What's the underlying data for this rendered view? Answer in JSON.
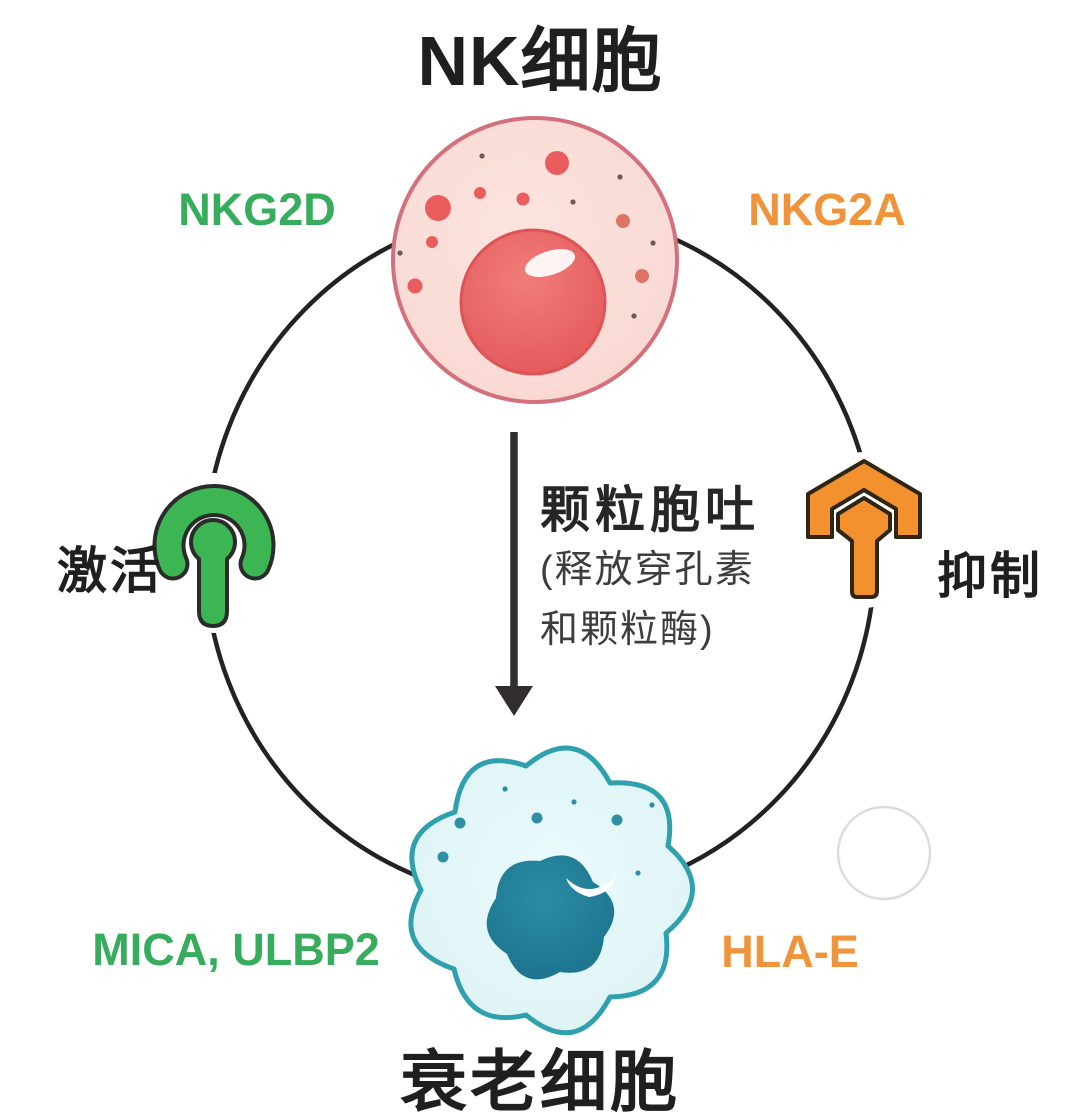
{
  "diagram_title": "NK cell vs senescent cell receptor diagram",
  "labels": {
    "top_cell": "NK细胞",
    "bottom_cell": "衰老细胞",
    "left_ligand": "NKG2D",
    "right_ligand": "NKG2A",
    "left_pathway": "激活",
    "right_pathway": "抑制",
    "arrow_title": "颗粒胞吐",
    "arrow_sub_line1": "(释放穿孔素",
    "arrow_sub_line2": "和颗粒酶)",
    "bottom_left_ligands": "MICA, ULBP2",
    "bottom_right_ligand": "HLA-E"
  },
  "icons": {
    "left_receptor": "activating-receptor-icon",
    "right_receptor": "inhibitory-receptor-icon",
    "arrow": "downward-arrow-icon"
  },
  "colors": {
    "green": "#35AD5C",
    "orange": "#F0943C",
    "text-dark": "#1F1F1F",
    "line": "#222222",
    "green-icon": "#3CB553",
    "orange-icon": "#F2912E",
    "outline-dark": "#2B2B2B",
    "nk-membrane": "#D4707B",
    "nk-fill": "#FADCD6",
    "nk-nucleus": "#E8605F",
    "sc-membrane": "#2FA0AE",
    "sc-fill": "#E0F5F7",
    "sc-nucleus": "#1F7E98",
    "watermark": "#DBDBE3"
  }
}
